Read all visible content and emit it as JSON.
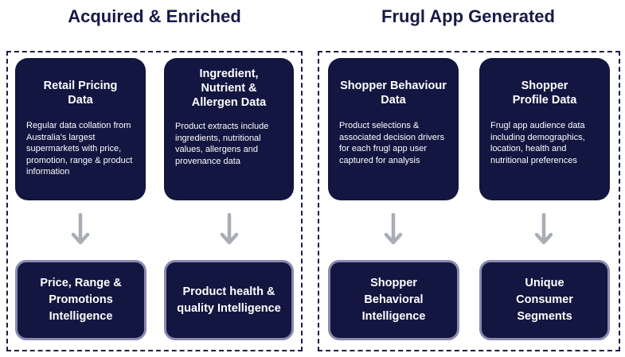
{
  "left_group": {
    "heading": "Acquired & Enriched",
    "cards": [
      {
        "title": "Retail Pricing Data",
        "description": "Regular data collation from Australia's largest supermarkets with price, promotion, range & product information",
        "outcome": "Price, Range & Promotions Intelligence"
      },
      {
        "title": "Ingredient, Nutrient & Allergen Data",
        "description": "Product extracts include ingredients, nutritional values, allergens and provenance data",
        "outcome": "Product health & quality Intelligence"
      }
    ]
  },
  "right_group": {
    "heading": "Frugl App Generated",
    "cards": [
      {
        "title": "Shopper Behaviour Data",
        "description": "Product selections & associated decision drivers for each frugl app user captured for analysis",
        "outcome": "Shopper Behavioral Intelligence"
      },
      {
        "title": "Shopper Profile Data",
        "description": "Frugl app audience data including demographics, location, health and nutritional preferences",
        "outcome": "Unique Consumer Segments"
      }
    ]
  },
  "colors": {
    "card_fill": "#121640",
    "outcome_border": "#8a8ab0",
    "arrow": "#a9adb5",
    "heading_text": "#161a45"
  },
  "icons": [
    "arrow-down-icon"
  ]
}
